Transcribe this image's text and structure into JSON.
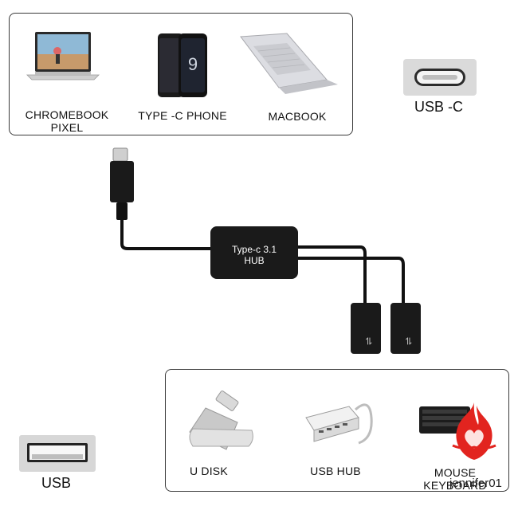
{
  "top_panel": {
    "devices": [
      {
        "label": "CHROMEBOOK\nPIXEL",
        "icon": "laptop-icon"
      },
      {
        "label": "TYPE -C PHONE",
        "icon": "phone-icon"
      },
      {
        "label": "MACBOOK",
        "icon": "macbook-icon"
      }
    ]
  },
  "usb_c_port": {
    "label": "USB -C"
  },
  "hub": {
    "line1": "Type-c 3.1",
    "line2": "HUB"
  },
  "bottom_panel": {
    "devices": [
      {
        "label": "U DISK",
        "icon": "usb-flash-drive-icon"
      },
      {
        "label": "USB HUB",
        "icon": "usb-hub-icon"
      },
      {
        "label": "MOUSE\nKEYBOARD",
        "icon": "keyboard-mouse-icon"
      }
    ]
  },
  "usb_port": {
    "label": "USB"
  },
  "watermark": {
    "text": "jennifer01",
    "icon": "flame-heart-icon"
  }
}
